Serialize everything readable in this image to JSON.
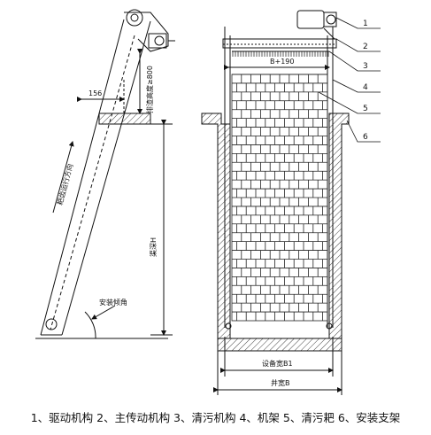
{
  "labels": {
    "dim_156": "156",
    "lift_height": "排渣高度≥800",
    "direction": "耙齿运行方向",
    "channel_depth": "渠深H",
    "install_angle": "安装倾角",
    "b_plus_190": "B+190",
    "device_width": "设备宽B1",
    "well_width": "井宽B"
  },
  "callouts": [
    "1",
    "2",
    "3",
    "4",
    "5",
    "6"
  ],
  "caption": "1、驱动机构 2、主传动机构 3、清污机构 4、机架 5、清污耙 6、安装支架"
}
